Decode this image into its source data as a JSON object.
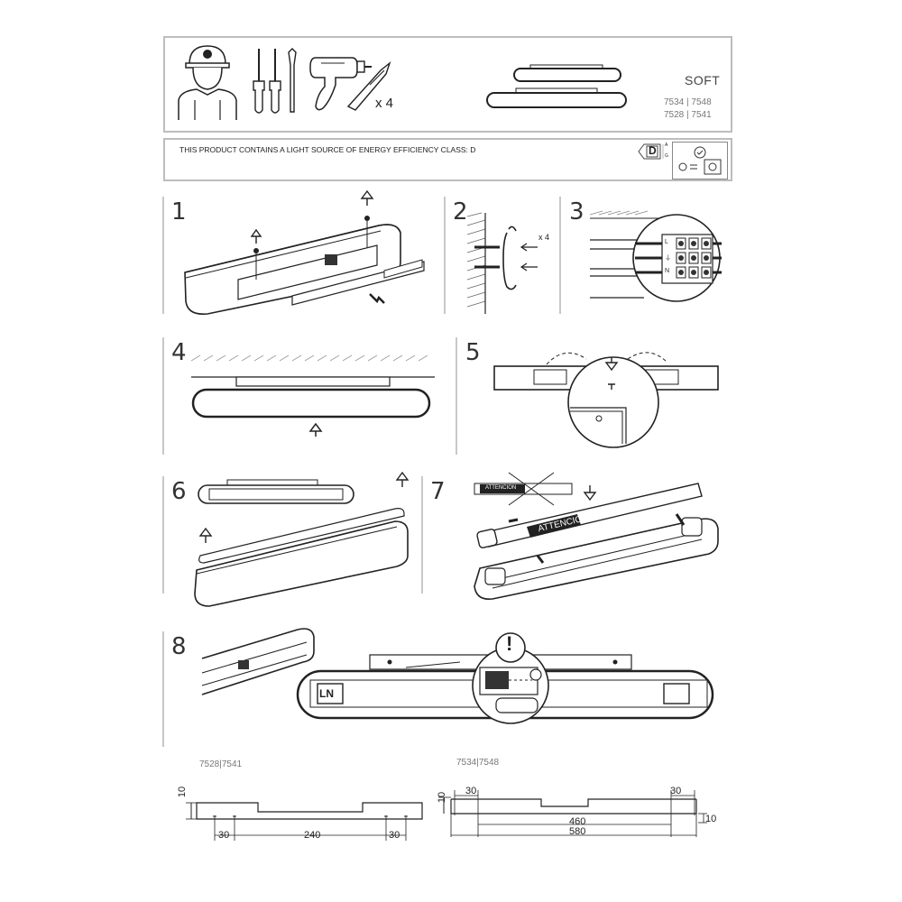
{
  "header": {
    "product_name": "SOFT",
    "model_line_1": "7534 | 7548",
    "model_line_2": "7528 | 7541",
    "anchor_qty": "x 4"
  },
  "energy": {
    "notice": "THIS PRODUCT CONTAINS A LIGHT SOURCE OF ENERGY EFFICIENCY CLASS: D",
    "class_letter": "D",
    "scale_top": "A",
    "scale_bottom": "G"
  },
  "steps": [
    {
      "number": "1"
    },
    {
      "number": "2",
      "qty": "x 4"
    },
    {
      "number": "3",
      "terminal_labels": [
        "L",
        "⏚",
        "N"
      ]
    },
    {
      "number": "4"
    },
    {
      "number": "5"
    },
    {
      "number": "6"
    },
    {
      "number": "7",
      "tube_label": "ATTENCION",
      "crossed_label": "ATTENCION"
    },
    {
      "number": "8",
      "tube_mark": "LN",
      "warning": "!"
    }
  ],
  "dimensions": {
    "left": {
      "model": "7528|7541",
      "height": "10",
      "left_gap": "30",
      "middle": "240",
      "right_gap": "30"
    },
    "right": {
      "model": "7534|7548",
      "height": "10",
      "top_left": "30",
      "top_right": "30",
      "inner": "460",
      "overall": "580",
      "side": "10"
    }
  }
}
